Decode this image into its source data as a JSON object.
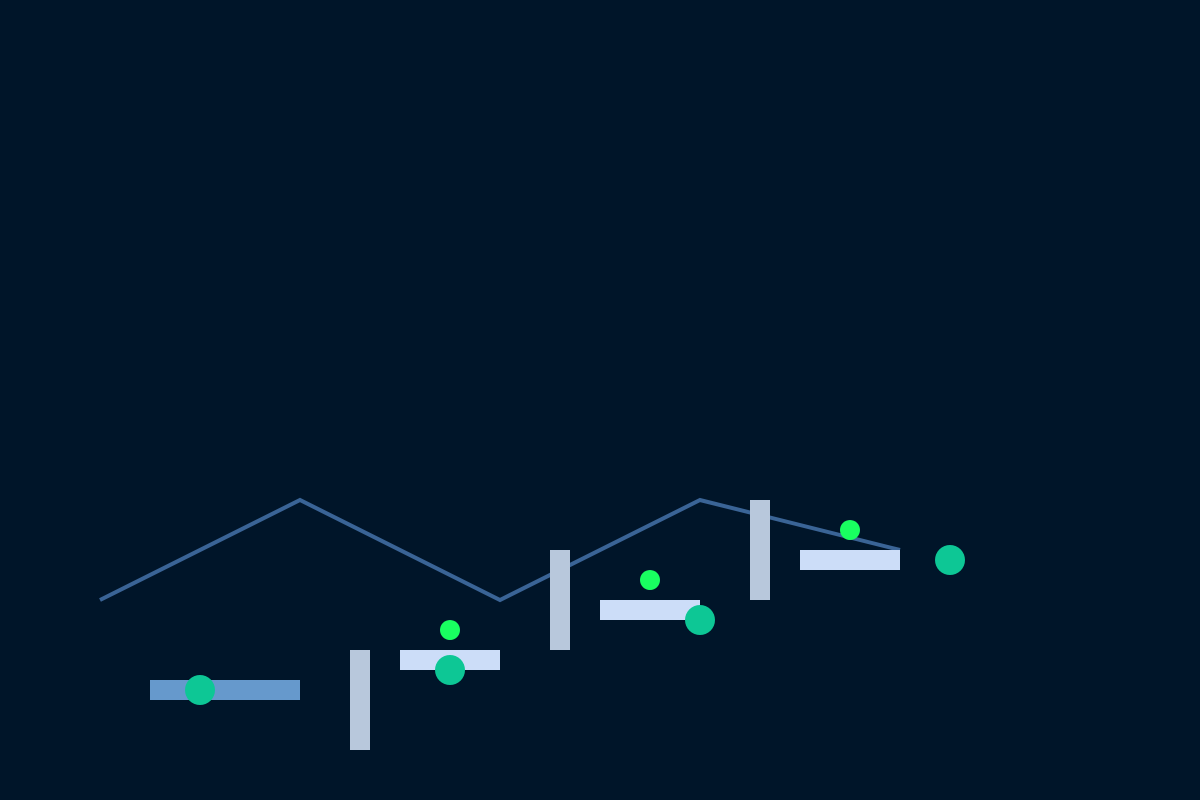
{
  "colors": {
    "background": "#001529",
    "terrain_line": "#3a6496",
    "platform_wide": "#6699cc",
    "platform_light": "#ccddf8",
    "pillar": "#b8c8dc",
    "coin": "#19ff60",
    "orb": "#0dc795"
  },
  "scene": {
    "terrain": {
      "name": "mountain-ridge-line",
      "type": "polyline"
    },
    "platforms": [
      {
        "name": "platform-wide",
        "kind": "horizontal",
        "style": "platform_wide"
      },
      {
        "name": "platform-1",
        "kind": "horizontal",
        "style": "platform_light"
      },
      {
        "name": "platform-2",
        "kind": "horizontal",
        "style": "platform_light"
      },
      {
        "name": "platform-3",
        "kind": "horizontal",
        "style": "platform_light"
      }
    ],
    "pillars": [
      {
        "name": "pillar-1",
        "kind": "vertical",
        "style": "pillar"
      },
      {
        "name": "pillar-2",
        "kind": "vertical",
        "style": "pillar"
      },
      {
        "name": "pillar-3",
        "kind": "vertical",
        "style": "pillar"
      }
    ],
    "coins": [
      {
        "name": "coin-1",
        "icon": "small-green-dot"
      },
      {
        "name": "coin-2",
        "icon": "small-green-dot"
      },
      {
        "name": "coin-3",
        "icon": "small-green-dot"
      }
    ],
    "orbs": [
      {
        "name": "orb-1",
        "icon": "teal-circle"
      },
      {
        "name": "orb-2",
        "icon": "teal-circle"
      },
      {
        "name": "orb-3",
        "icon": "teal-circle"
      },
      {
        "name": "orb-4",
        "icon": "teal-circle"
      }
    ]
  }
}
